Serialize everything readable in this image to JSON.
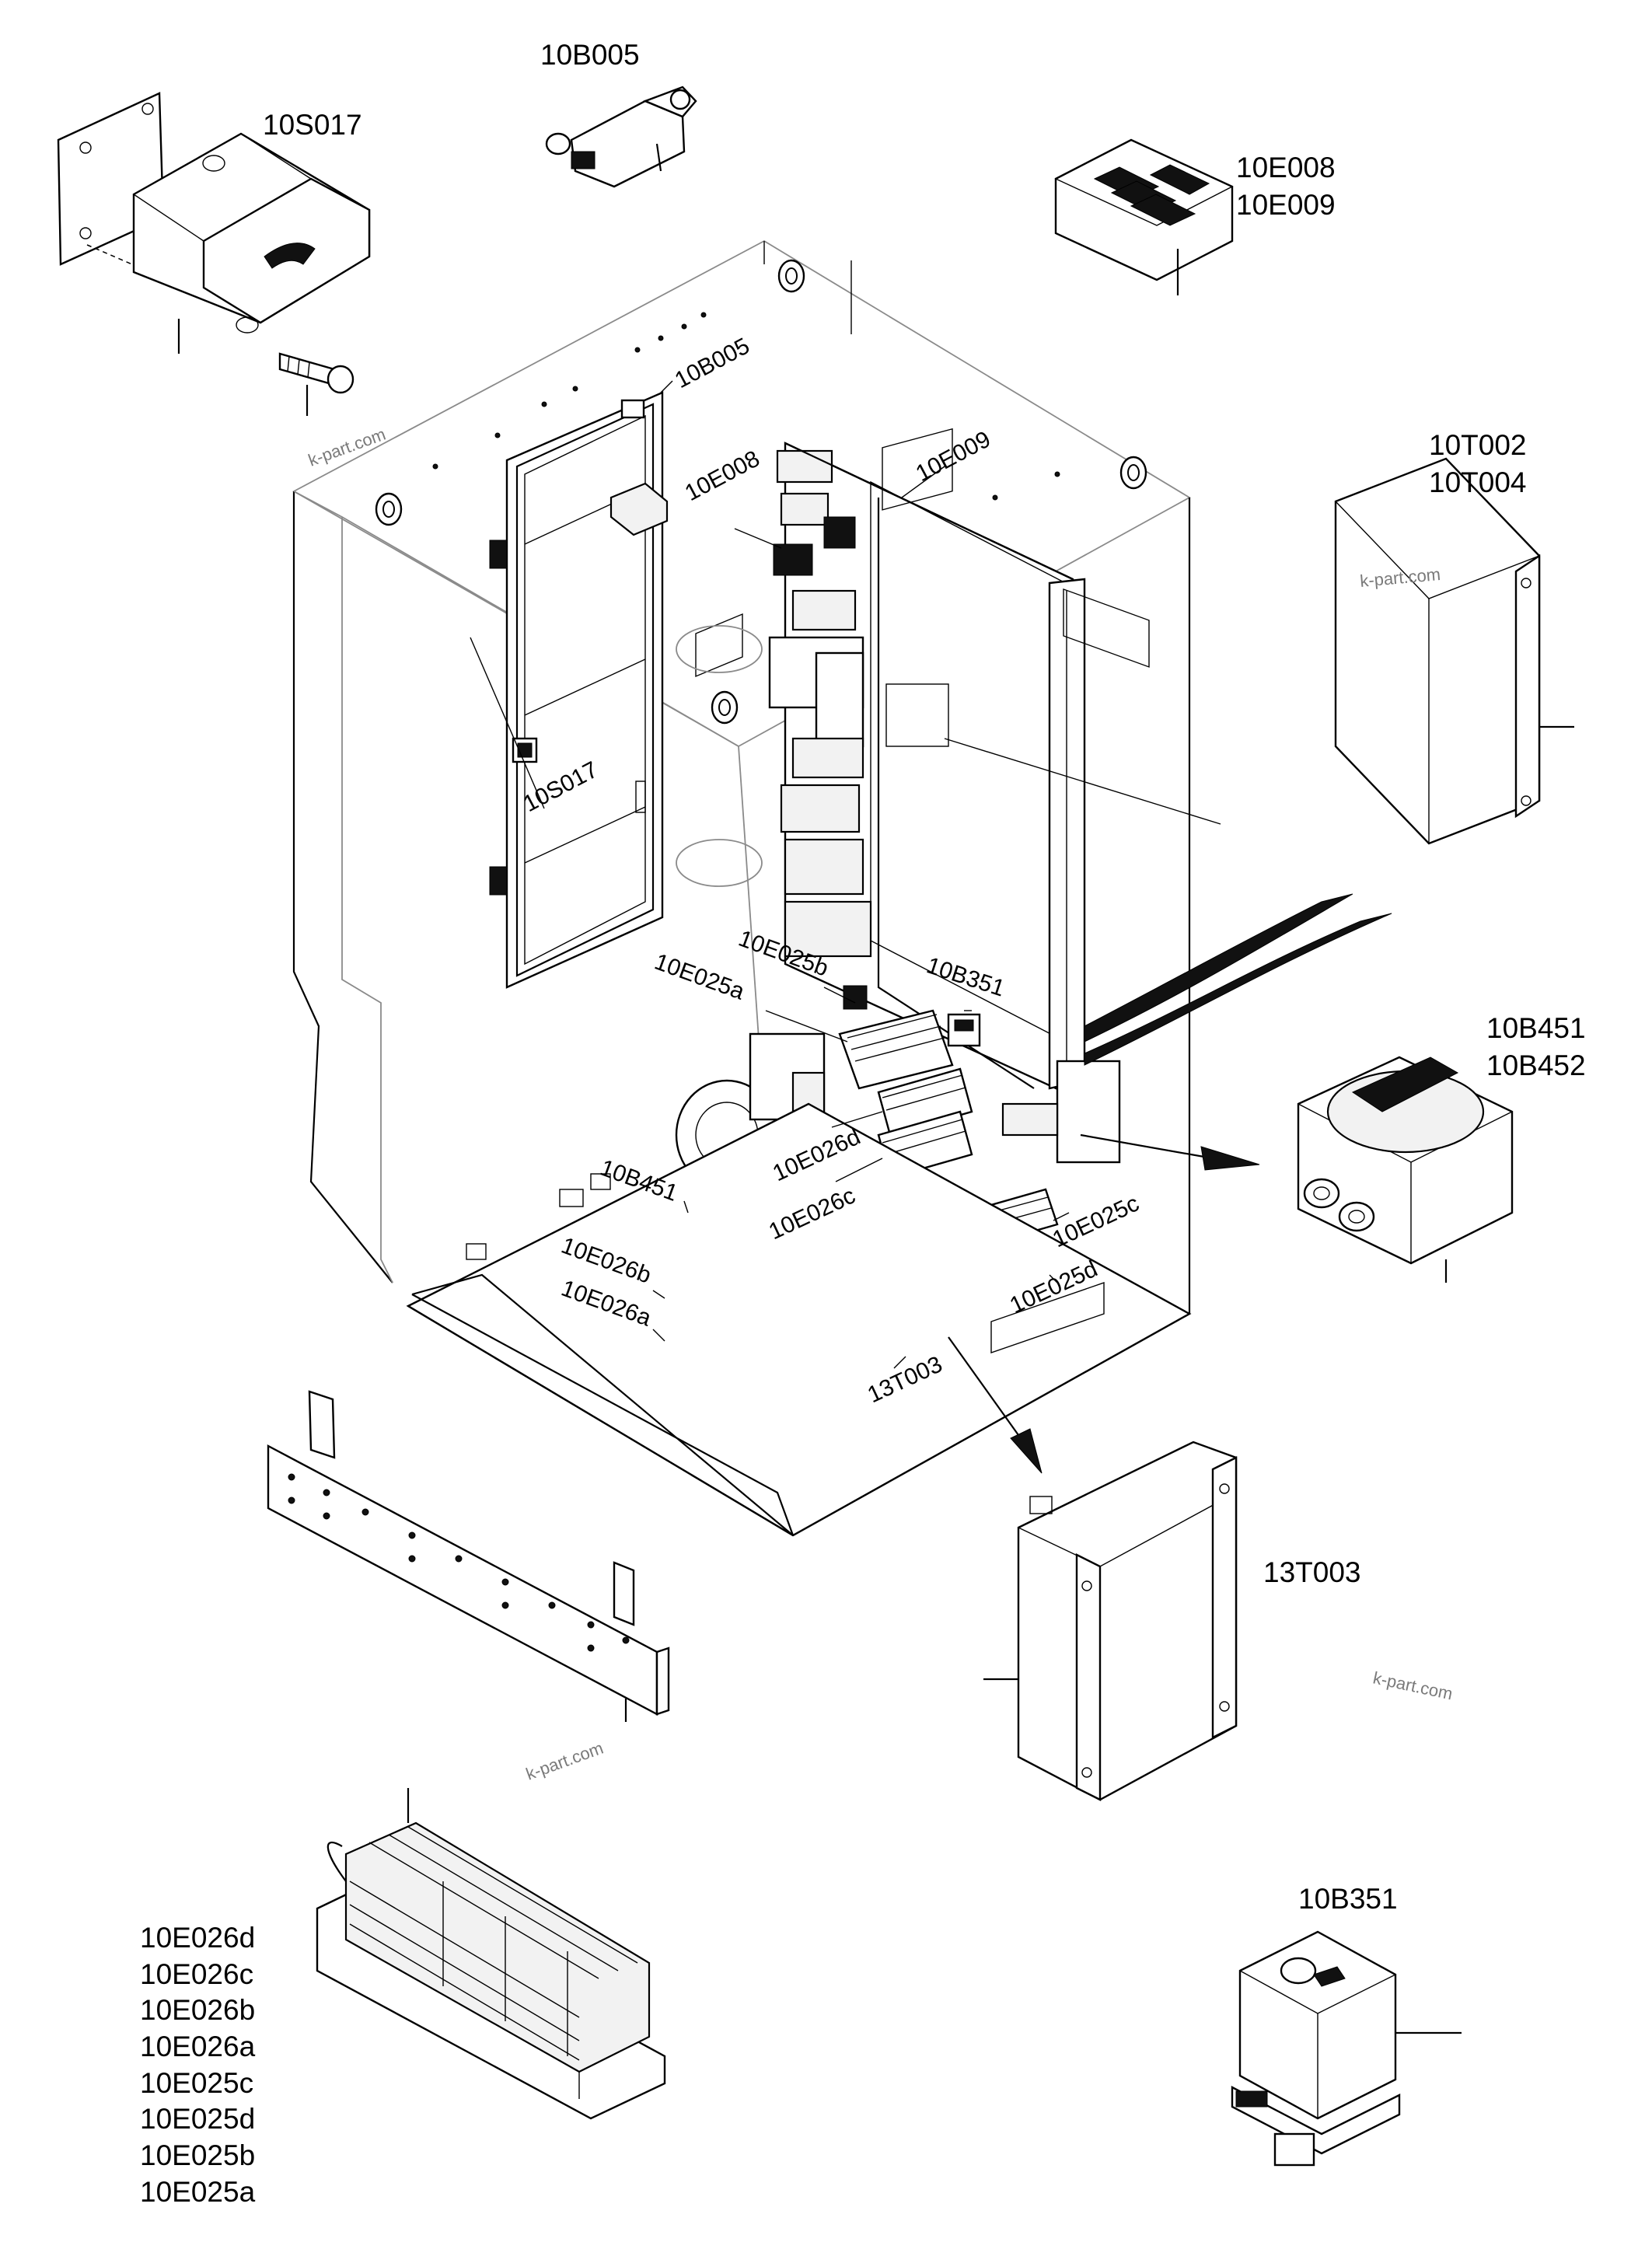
{
  "diagram": {
    "callouts": {
      "b005_top": "10B005",
      "s017_top": "10S017",
      "e008_top": "10E008",
      "e009_top": "10E009",
      "t002": "10T002",
      "t004": "10T004",
      "b451_right": "10B451",
      "b452_right": "10B452",
      "t003_right": "13T003",
      "b351_bottom": "10B351"
    },
    "connector_list": [
      "10E026d",
      "10E026c",
      "10E026b",
      "10E026a",
      "10E025c",
      "10E025d",
      "10E025b",
      "10E025a"
    ],
    "inner_labels": {
      "b005": "10B005",
      "e008": "10E008",
      "e009": "10E009",
      "s017": "10S017",
      "e025b": "10E025b",
      "e025a": "10E025a",
      "b351": "10B351",
      "e026d": "10E026d",
      "b451": "10B451",
      "e026c": "10E026c",
      "e025c": "10E025c",
      "e026b": "10E026b",
      "e026a": "10E026a",
      "e025d": "10E025d",
      "t003": "13T003"
    },
    "watermarks": [
      "k-part.com",
      "k-part.com",
      "k-part.com",
      "k-part.com"
    ]
  }
}
